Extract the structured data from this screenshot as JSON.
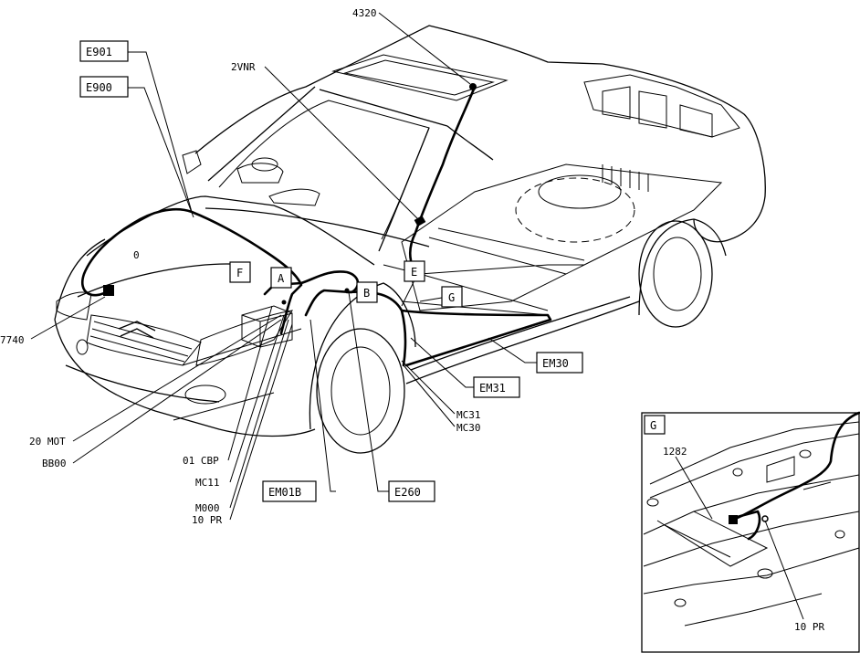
{
  "labels": {
    "l4320": "4320",
    "l2vnr": "2VNR",
    "l7740": "7740",
    "l20mot": "20 MOT",
    "lbb00": "BB00",
    "l01cbp": "01 CBP",
    "lmc11": "MC11",
    "lm000": "M000",
    "l10pr": "10 PR",
    "lmc31": "MC31",
    "lmc30": "MC30",
    "l1282": "1282",
    "l10pr_inset": "10 PR",
    "l0": "0"
  },
  "boxes": {
    "e901": "E901",
    "e900": "E900",
    "em30": "EM30",
    "em31": "EM31",
    "em01b": "EM01B",
    "e260": "E260"
  },
  "points": {
    "a": "A",
    "b": "B",
    "e": "E",
    "f": "F",
    "g": "G"
  },
  "inset": {
    "tag": "G"
  }
}
